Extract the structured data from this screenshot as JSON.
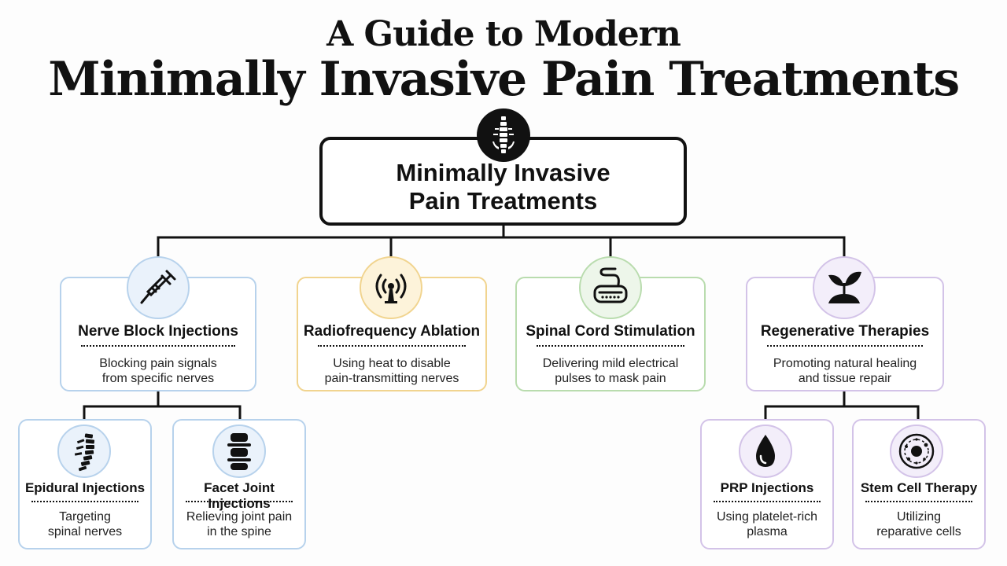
{
  "title": {
    "line1": "A Guide to Modern",
    "line2": "Minimally Invasive Pain Treatments"
  },
  "root": {
    "line1": "Minimally Invasive",
    "line2": "Pain Treatments",
    "icon": "spine-icon"
  },
  "categories": [
    {
      "name": "Nerve Block Injections",
      "desc1": "Blocking pain signals",
      "desc2": "from specific nerves",
      "icon": "syringe-icon",
      "color": "#b7d2ec"
    },
    {
      "name": "Radiofrequency Ablation",
      "desc1": "Using heat to disable",
      "desc2": "pain-transmitting nerves",
      "icon": "radio-wave-icon",
      "color": "#f1d48f"
    },
    {
      "name": "Spinal Cord Stimulation",
      "desc1": "Delivering mild electrical",
      "desc2": "pulses to mask pain",
      "icon": "stimulator-device-icon",
      "color": "#b9dcae"
    },
    {
      "name": "Regenerative Therapies",
      "desc1": "Promoting natural healing",
      "desc2": "and tissue repair",
      "icon": "sprout-icon",
      "color": "#d3c3e8"
    }
  ],
  "subtypes": [
    {
      "name": "Epidural Injections",
      "desc1": "Targeting",
      "desc2": "spinal nerves",
      "icon": "spine-column-icon"
    },
    {
      "name": "Facet Joint Injections",
      "desc1": "Relieving joint pain",
      "desc2": "in the spine",
      "icon": "vertebrae-icon"
    },
    {
      "name": "PRP Injections",
      "desc1": "Using platelet-rich",
      "desc2": "plasma",
      "icon": "blood-drop-icon"
    },
    {
      "name": "Stem Cell Therapy",
      "desc1": "Utilizing",
      "desc2": "reparative cells",
      "icon": "cell-icon"
    }
  ]
}
